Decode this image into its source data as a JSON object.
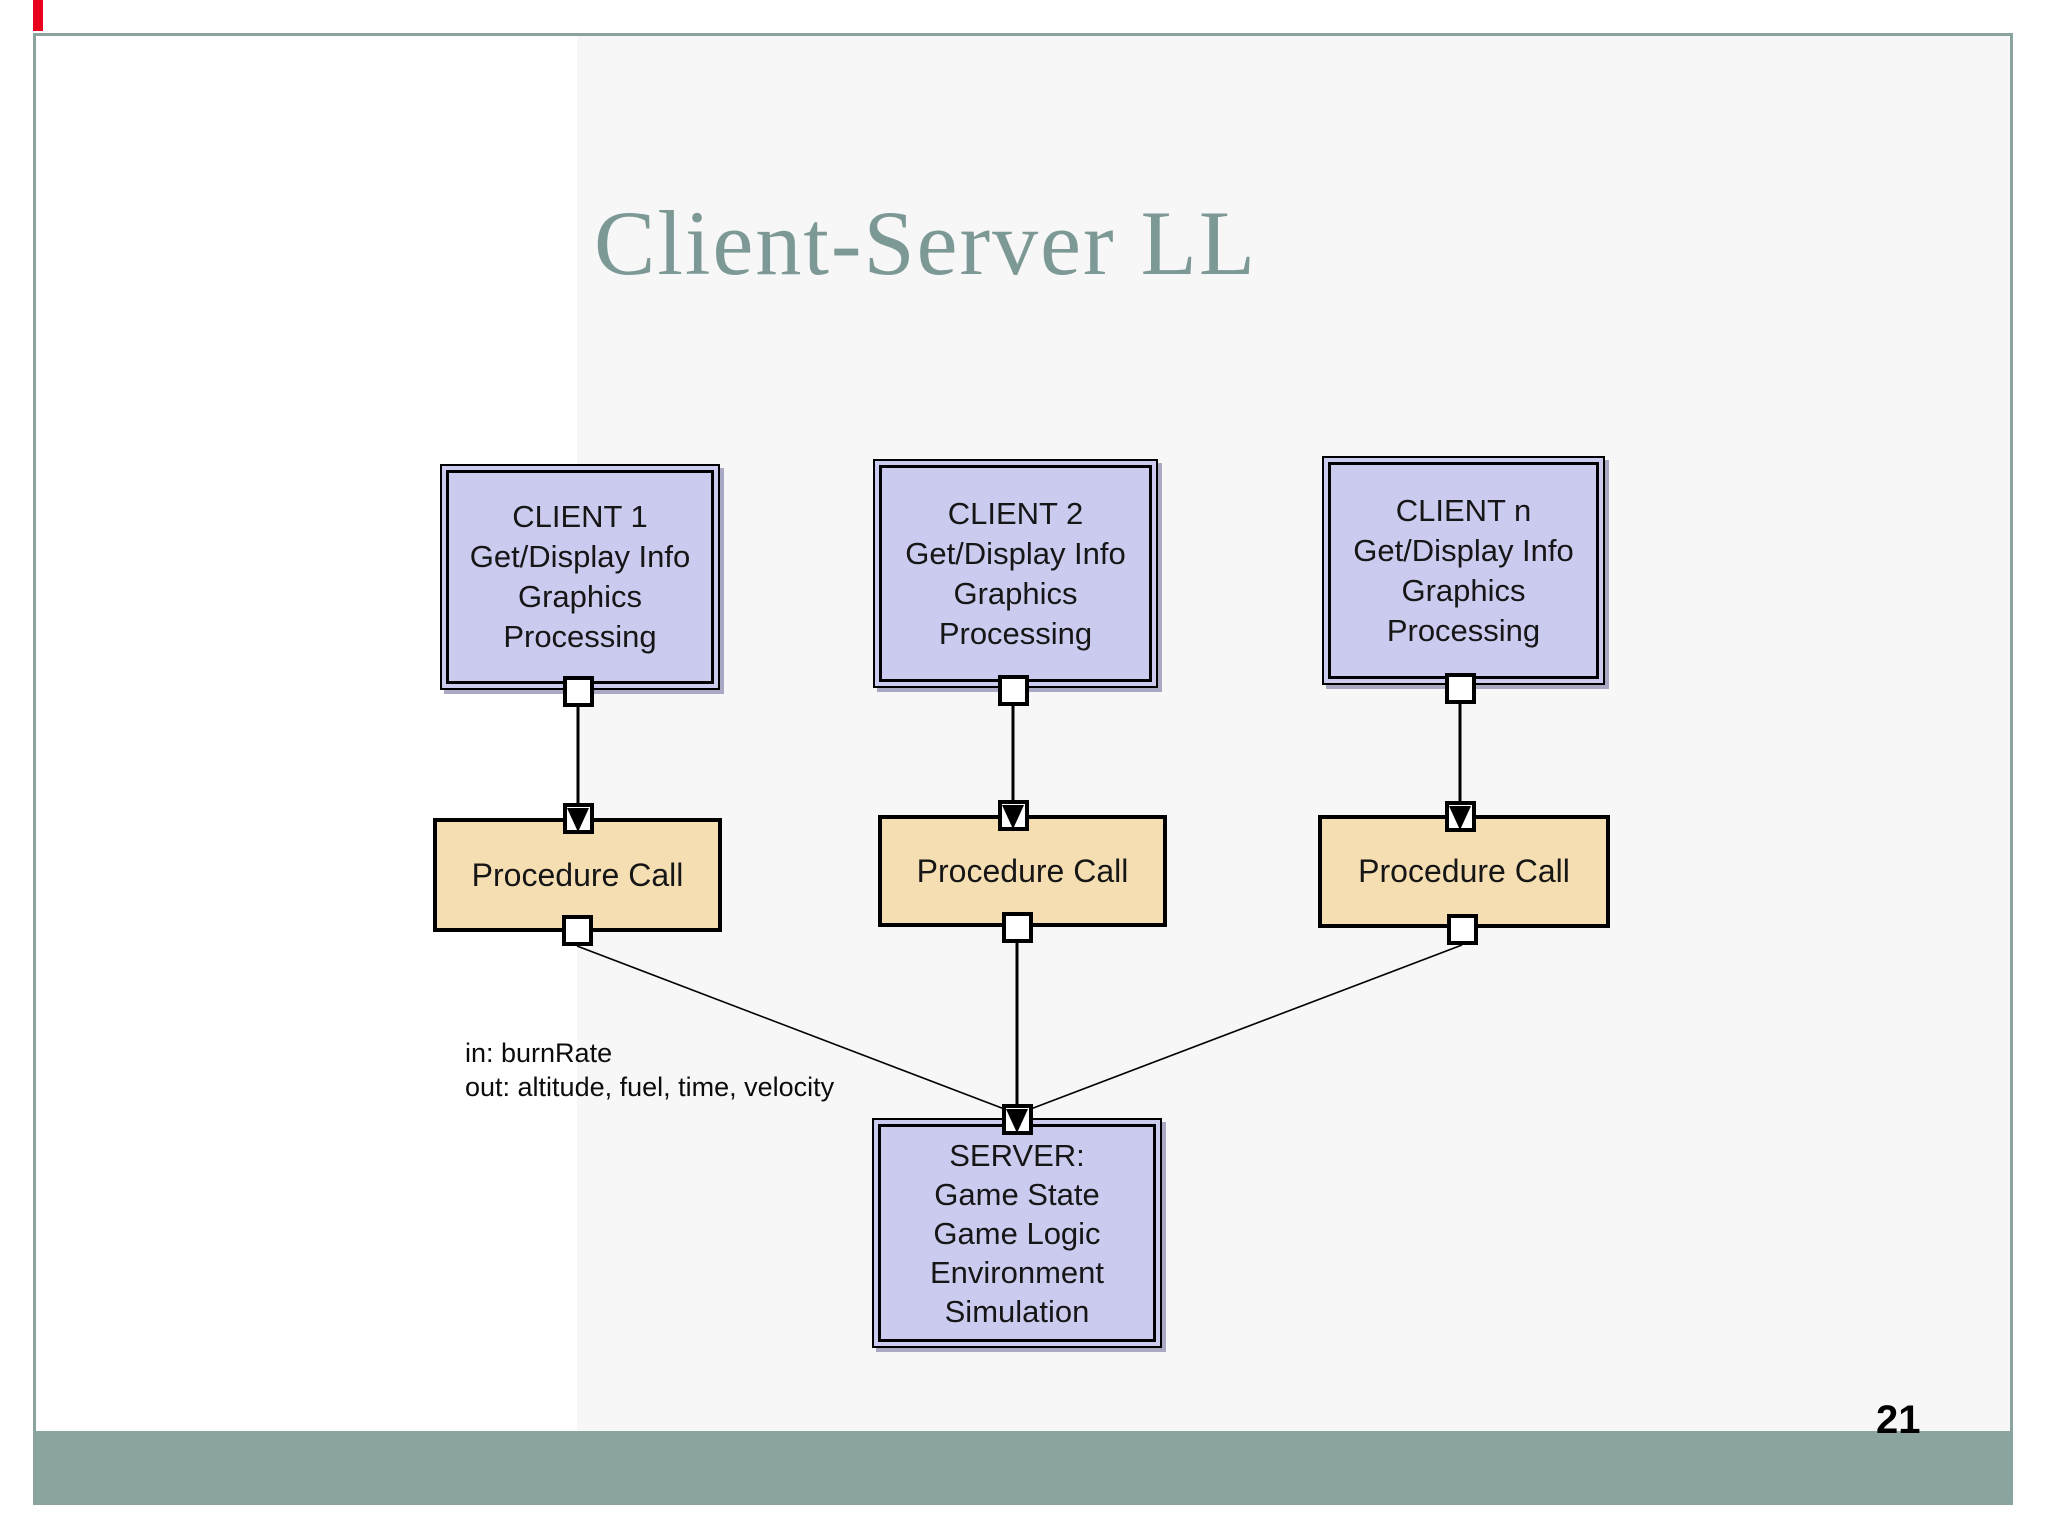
{
  "slide": {
    "title": "Client-Server LL",
    "page_number": "21"
  },
  "colors": {
    "accent_band": "#8aa5a0",
    "frame_border": "#8aa39e",
    "title_text": "#7d9996",
    "client_box_fill": "#cbcbf0",
    "procedure_box_fill": "#f5dfb2",
    "connector": "#000000",
    "red_mark": "#e8001c"
  },
  "diagram": {
    "clients": [
      {
        "lines": [
          "CLIENT 1",
          "Get/Display Info",
          "Graphics",
          "Processing"
        ]
      },
      {
        "lines": [
          "CLIENT 2",
          "Get/Display Info",
          "Graphics",
          "Processing"
        ]
      },
      {
        "lines": [
          "CLIENT n",
          "Get/Display Info",
          "Graphics",
          "Processing"
        ]
      }
    ],
    "procedure_calls": [
      {
        "label": "Procedure Call"
      },
      {
        "label": "Procedure Call"
      },
      {
        "label": "Procedure Call"
      }
    ],
    "server": {
      "lines": [
        "SERVER:",
        "Game State",
        "Game Logic",
        "Environment",
        "Simulation"
      ]
    },
    "io_label": {
      "line1": "in: burnRate",
      "line2": "out: altitude, fuel, time, velocity"
    }
  }
}
